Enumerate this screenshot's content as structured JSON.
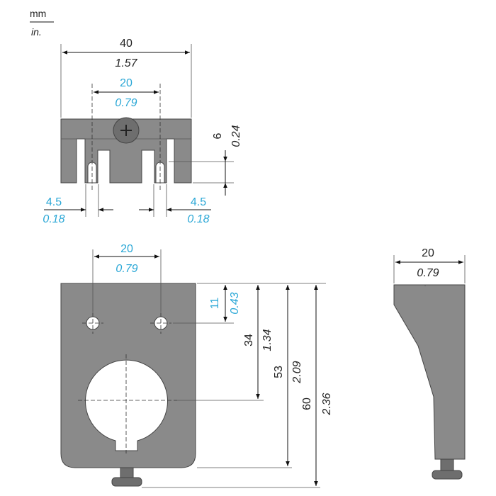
{
  "units": {
    "primary": "mm",
    "secondary": "in."
  },
  "colors": {
    "accent": "#2aa7d6",
    "part": "#8a8a8a",
    "line": "#111111"
  },
  "top_view": {
    "overall_width": {
      "mm": "40",
      "in": "1.57"
    },
    "slot_spacing": {
      "mm": "20",
      "in": "0.79"
    },
    "slot_depth": {
      "mm": "6",
      "in": "0.24"
    },
    "slot_width_left": {
      "mm": "4.5",
      "in": "0.18"
    },
    "slot_width_right": {
      "mm": "4.5",
      "in": "0.18"
    }
  },
  "front_view": {
    "hole_spacing": {
      "mm": "20",
      "in": "0.79"
    },
    "hole_offset": {
      "mm": "11",
      "in": "0.43"
    },
    "center_height": {
      "mm": "34",
      "in": "1.34"
    },
    "body_height": {
      "mm": "53",
      "in": "2.09"
    },
    "overall_height": {
      "mm": "60",
      "in": "2.36"
    }
  },
  "side_view": {
    "depth": {
      "mm": "20",
      "in": "0.79"
    }
  }
}
